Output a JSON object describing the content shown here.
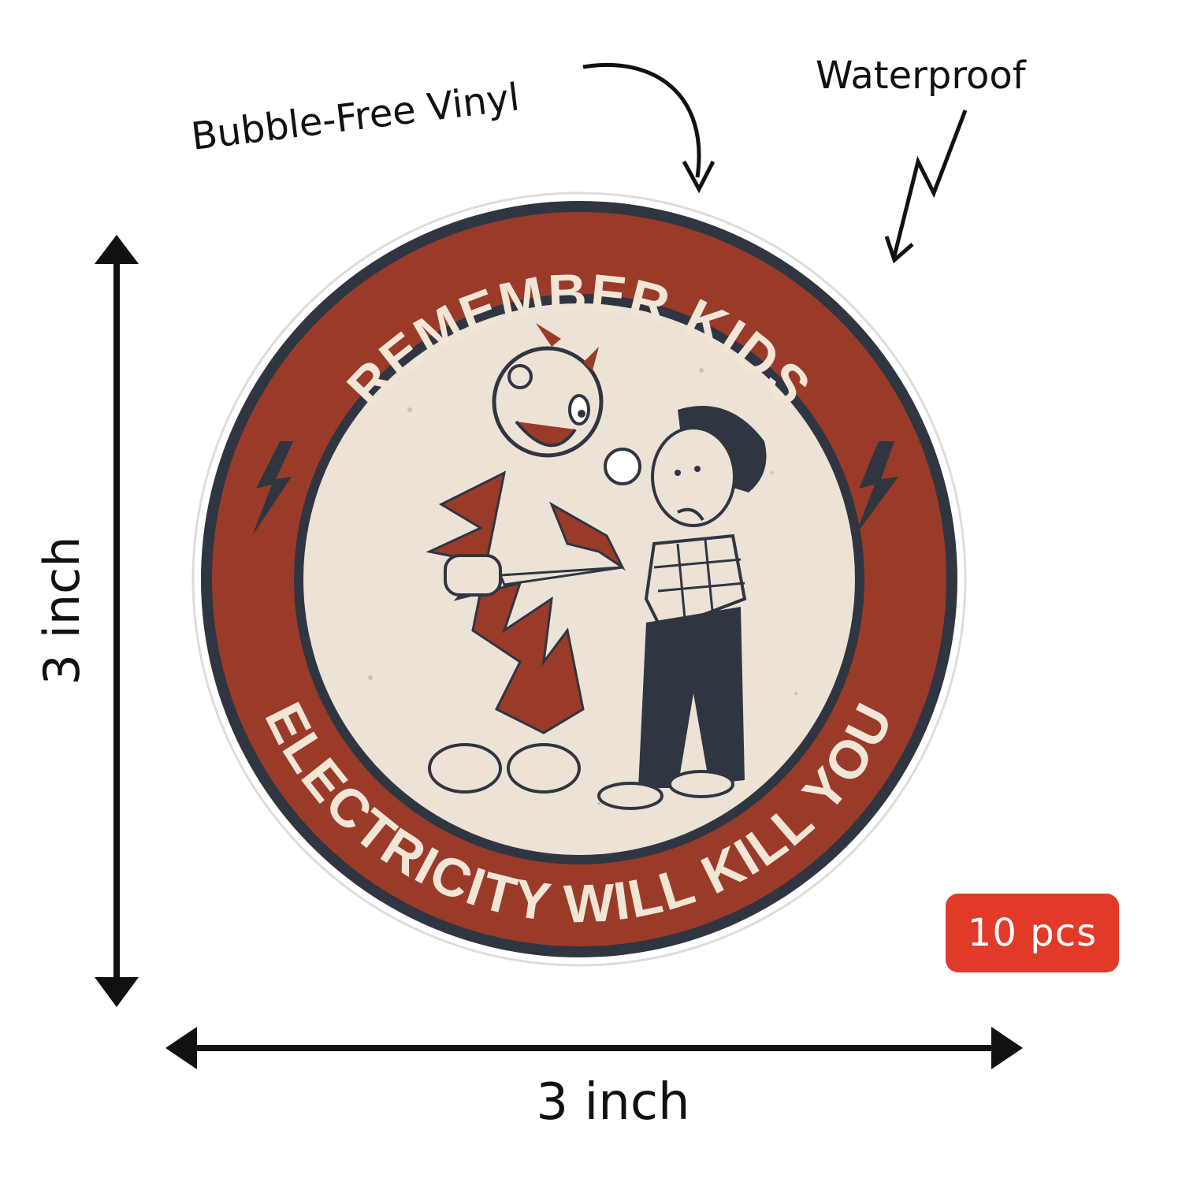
{
  "callouts": {
    "bubble_free": "Bubble-Free Vinyl",
    "waterproof": "Waterproof"
  },
  "dimensions": {
    "height_label": "3 inch",
    "width_label": "3 inch"
  },
  "sticker": {
    "top_text": "REMEMBER KIDS",
    "bottom_text": "ELECTRICITY WILL KILL YOU",
    "colors": {
      "outer_white": "#ffffff",
      "navy": "#2f3541",
      "red": "#9a3b2a",
      "cream": "#ece3d6"
    },
    "illustration": "reddy-kilowatt-with-boy"
  },
  "badge": {
    "label": "10 pcs",
    "color": "#e23a28"
  }
}
